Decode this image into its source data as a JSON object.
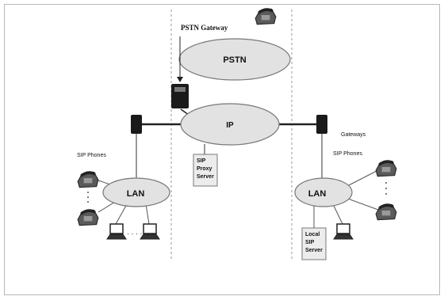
{
  "labels": {
    "pstn_gateway": "PSTN Gateway",
    "pstn": "PSTN",
    "ip": "IP",
    "sip_phones_left": "SIP Phones",
    "sip_phones_right": "SIP Phones",
    "gateways": "Gateways",
    "lan_left": "LAN",
    "lan_right": "LAN",
    "proxy_line1": "SIP",
    "proxy_line2": "Proxy",
    "proxy_line3": "Server",
    "local_line1": "Local",
    "local_line2": "SIP",
    "local_line3": "Server",
    "ellipsis_vertical": "·\n·\n·",
    "ellipsis_horizontal": "· · · ·"
  },
  "colors": {
    "cloud_fill": "#e2e2e2",
    "cloud_stroke": "#777777",
    "line": "#222222",
    "divider": "#9a9a9a",
    "device": "#1a1a1a",
    "server_box": "#ececec"
  },
  "icons": [
    "desk-phone-icon",
    "laptop-icon",
    "gateway-device-icon",
    "pstn-gateway-icon"
  ]
}
